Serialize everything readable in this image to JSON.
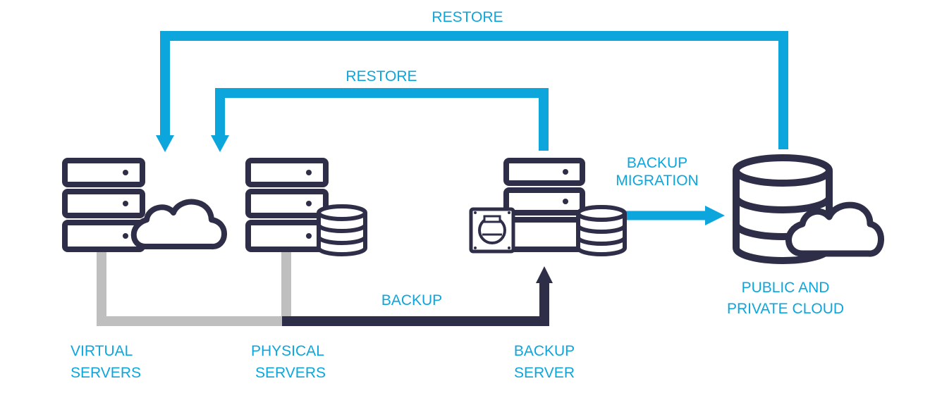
{
  "colors": {
    "accent": "#0da6dc",
    "dark": "#2f2e48",
    "gray": "#bfbfbf"
  },
  "labels": {
    "restore_outer": "RESTORE",
    "restore_inner": "RESTORE",
    "backup_migration_1": "BACKUP",
    "backup_migration_2": "MIGRATION",
    "backup_bottom": "BACKUP",
    "virtual_1": "VIRTUAL",
    "virtual_2": "SERVERS",
    "physical_1": "PHYSICAL",
    "physical_2": "SERVERS",
    "backup_server_1": "BACKUP",
    "backup_server_2": "SERVER",
    "cloud_1": "PUBLIC AND",
    "cloud_2": "PRIVATE CLOUD"
  },
  "icons": {
    "virtual": [
      "server-rack-icon",
      "cloud-icon"
    ],
    "physical": [
      "server-rack-icon",
      "database-icon"
    ],
    "backup_server": [
      "server-rack-icon",
      "hard-drive-icon",
      "database-icon"
    ],
    "cloud_storage": [
      "database-icon",
      "cloud-icon"
    ]
  }
}
